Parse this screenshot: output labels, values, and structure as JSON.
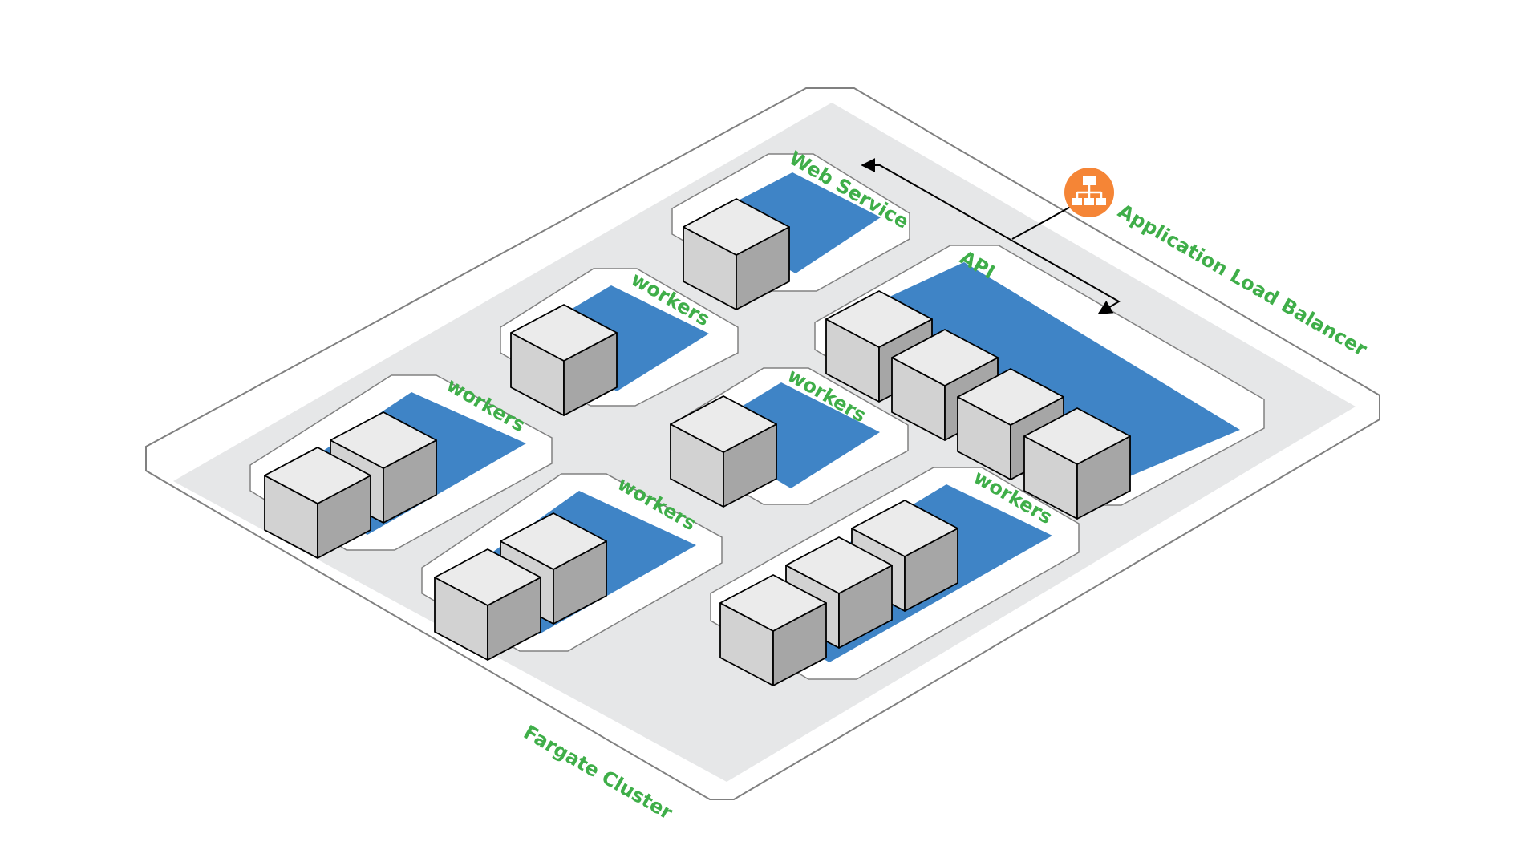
{
  "cluster": {
    "label": "Fargate Cluster",
    "outer_fill": "#ffffff",
    "inner_fill": "#e6e7e8",
    "outline": "#808080"
  },
  "load_balancer": {
    "label": "Application Load Balancer",
    "icon": "application-load-balancer-icon",
    "color": "#f58536"
  },
  "services": [
    {
      "id": "web-service",
      "label": "Web Service",
      "tasks": 1
    },
    {
      "id": "api",
      "label": "API",
      "tasks": 4
    },
    {
      "id": "workers-top",
      "label": "workers",
      "tasks": 1
    },
    {
      "id": "workers-center",
      "label": "workers",
      "tasks": 1
    },
    {
      "id": "workers-left",
      "label": "workers",
      "tasks": 2
    },
    {
      "id": "workers-lower-left",
      "label": "workers",
      "tasks": 2
    },
    {
      "id": "workers-lower-right",
      "label": "workers",
      "tasks": 3
    }
  ],
  "colors": {
    "service_fill": "#3f84c6",
    "task_top": "#ebebeb",
    "task_left": "#d2d2d2",
    "task_right": "#a6a6a6",
    "label": "#3fae49",
    "arrow": "#000000"
  }
}
